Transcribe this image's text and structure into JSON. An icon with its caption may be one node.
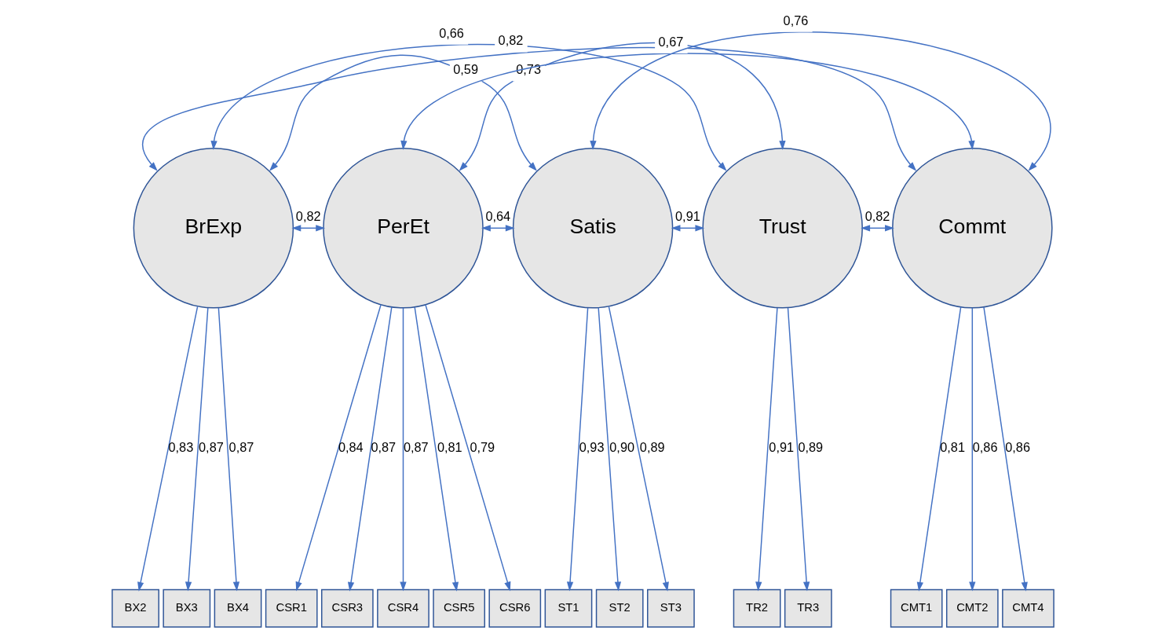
{
  "diagram": {
    "nodes": [
      {
        "text": [
          "BrExp"
        ]
      },
      {
        "text": [
          "PerEt"
        ]
      },
      {
        "text": [
          "Satis"
        ]
      },
      {
        "text": [
          "Trust"
        ]
      },
      {
        "text": [
          "Commt"
        ]
      },
      {
        "text": [
          "BX2"
        ]
      },
      {
        "text": [
          "BX3"
        ]
      },
      {
        "text": [
          "BX4"
        ]
      },
      {
        "text": [
          "CSR1"
        ]
      },
      {
        "text": [
          "CSR3"
        ]
      },
      {
        "text": [
          "CSR4"
        ]
      },
      {
        "text": [
          "CSR5"
        ]
      },
      {
        "text": [
          "CSR6"
        ]
      },
      {
        "text": [
          "ST1"
        ]
      },
      {
        "text": [
          "ST2"
        ]
      },
      {
        "text": [
          "ST3"
        ]
      },
      {
        "text": [
          "TR2"
        ]
      },
      {
        "text": [
          "TR3"
        ]
      },
      {
        "text": [
          "CMT1"
        ]
      },
      {
        "text": [
          "CMT2"
        ]
      },
      {
        "text": [
          "CMT4"
        ]
      }
    ],
    "edges": [
      {
        "from": 0,
        "to": 1,
        "arrow": "both",
        "label": "0,82"
      },
      {
        "from": 1,
        "to": 2,
        "arrow": "both",
        "label": "0,64"
      },
      {
        "from": 2,
        "to": 3,
        "arrow": "both",
        "label": "0,91"
      },
      {
        "from": 3,
        "to": 4,
        "arrow": "both",
        "label": "0,82"
      },
      {
        "from": 0,
        "to": 2,
        "arrow": "both",
        "label": "0,59"
      },
      {
        "from": 0,
        "to": 3,
        "arrow": "both",
        "label": "0,66"
      },
      {
        "from": 0,
        "to": 4,
        "arrow": "both",
        "label": "0,82"
      },
      {
        "from": 1,
        "to": 3,
        "arrow": "both",
        "label": "0,73"
      },
      {
        "from": 1,
        "to": 4,
        "arrow": "both",
        "label": "0,67"
      },
      {
        "from": 2,
        "to": 4,
        "arrow": "both",
        "label": "0,76"
      },
      {
        "from": 0,
        "to": 5,
        "arrow": "to",
        "label": "0,83"
      },
      {
        "from": 0,
        "to": 6,
        "arrow": "to",
        "label": "0,87"
      },
      {
        "from": 0,
        "to": 7,
        "arrow": "to",
        "label": "0,87"
      },
      {
        "from": 1,
        "to": 8,
        "arrow": "to",
        "label": "0,84"
      },
      {
        "from": 1,
        "to": 9,
        "arrow": "to",
        "label": "0,87"
      },
      {
        "from": 1,
        "to": 10,
        "arrow": "to",
        "label": "0,87"
      },
      {
        "from": 1,
        "to": 11,
        "arrow": "to",
        "label": "0,81"
      },
      {
        "from": 1,
        "to": 12,
        "arrow": "to",
        "label": "0,79"
      },
      {
        "from": 2,
        "to": 13,
        "arrow": "to",
        "label": "0,93"
      },
      {
        "from": 2,
        "to": 14,
        "arrow": "to",
        "label": "0,90"
      },
      {
        "from": 2,
        "to": 15,
        "arrow": "to",
        "label": "0,89"
      },
      {
        "from": 3,
        "to": 16,
        "arrow": "to",
        "label": "0,91"
      },
      {
        "from": 3,
        "to": 17,
        "arrow": "to",
        "label": "0,89"
      },
      {
        "from": 4,
        "to": 18,
        "arrow": "to",
        "label": "0,81"
      },
      {
        "from": 4,
        "to": 19,
        "arrow": "to",
        "label": "0,86"
      },
      {
        "from": 4,
        "to": 20,
        "arrow": "to",
        "label": "0,86"
      }
    ]
  }
}
